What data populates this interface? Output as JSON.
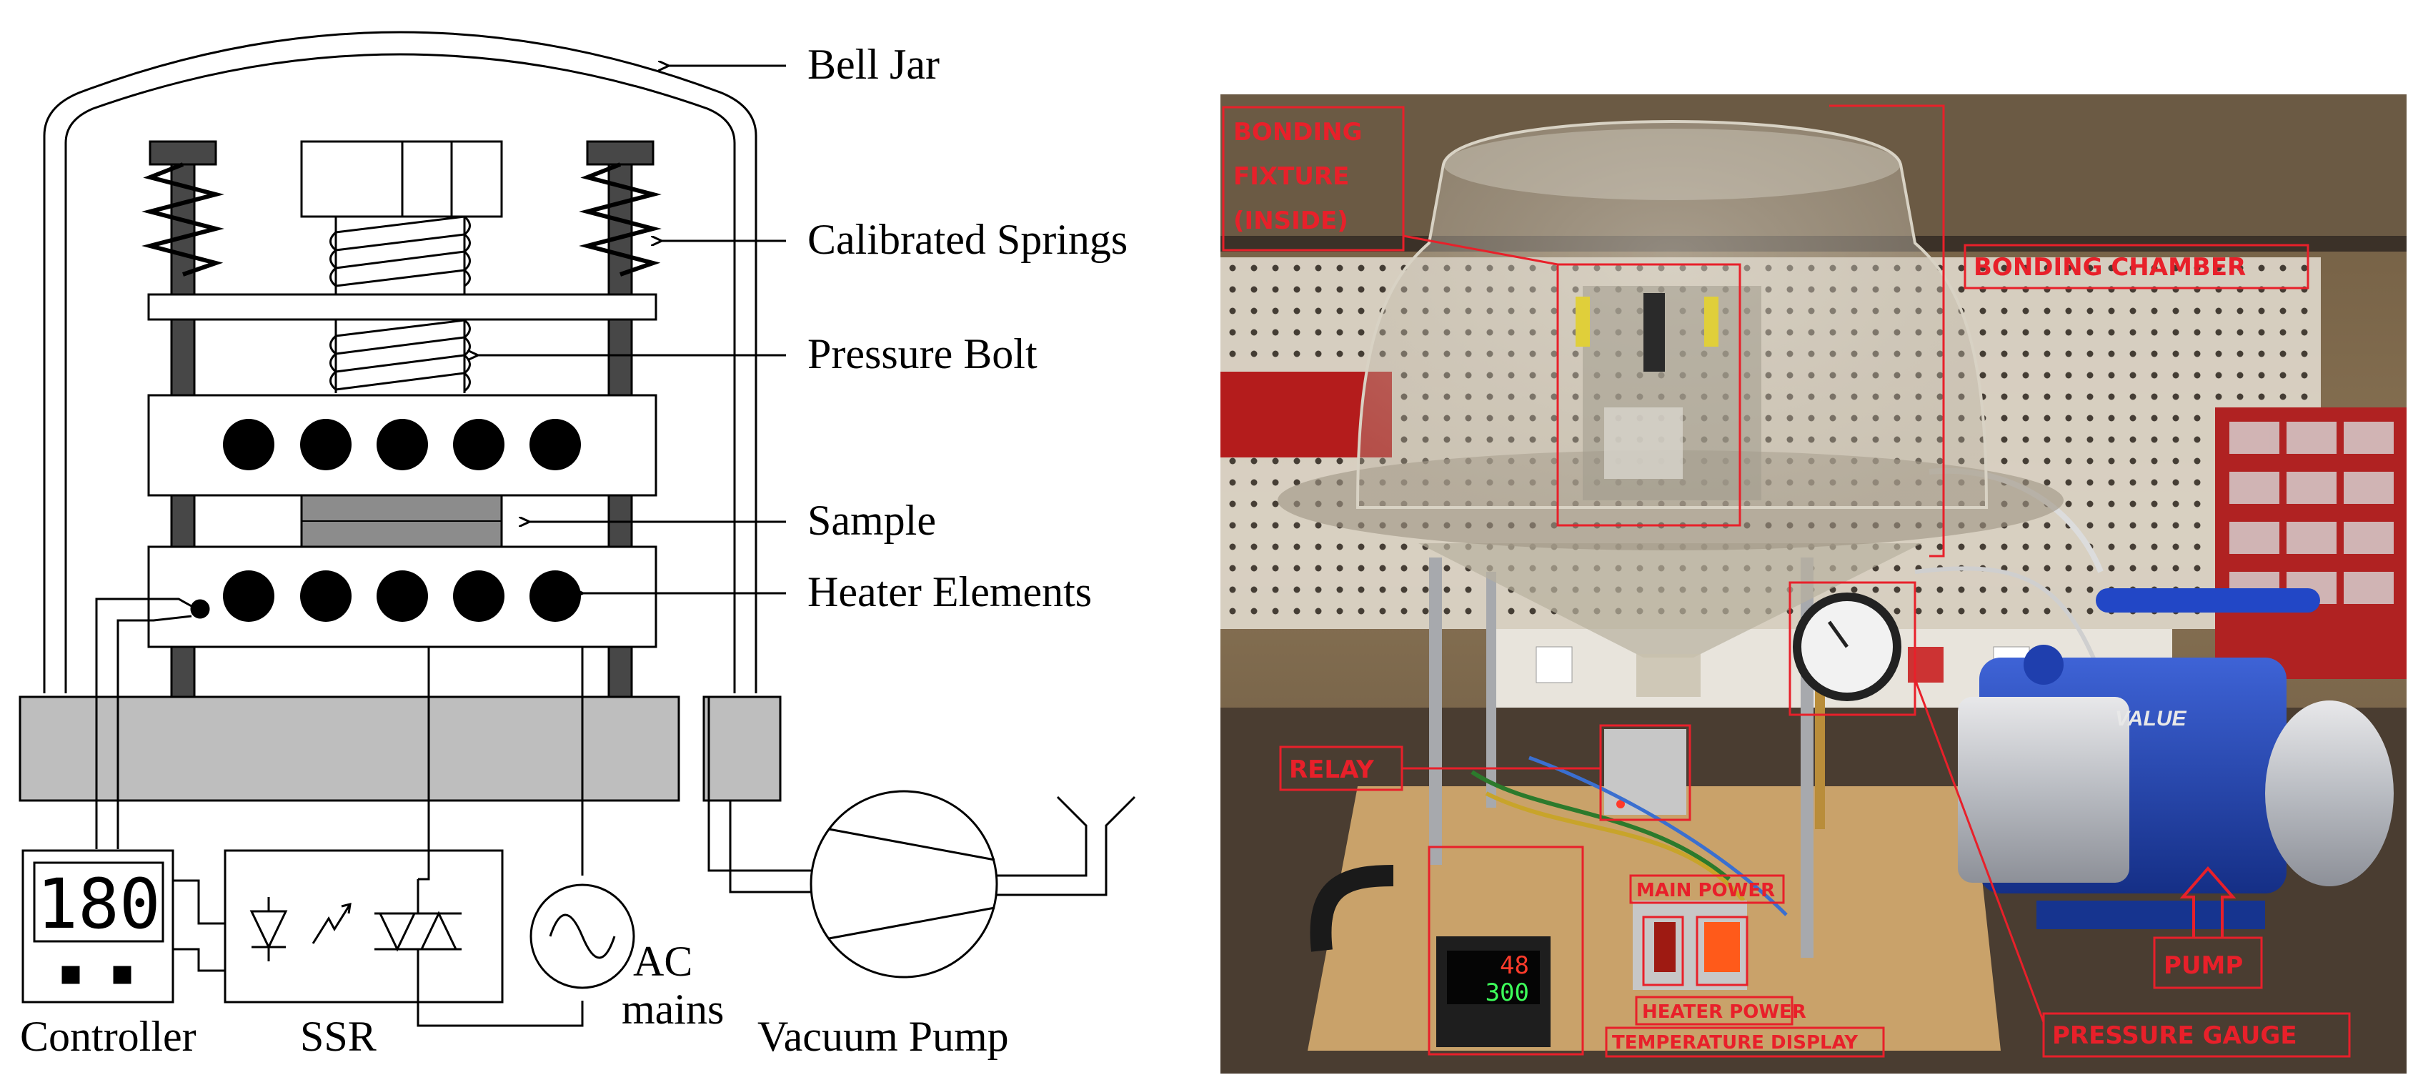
{
  "schematic": {
    "labels": {
      "bell_jar": "Bell Jar",
      "calibrated_springs": "Calibrated Springs",
      "pressure_bolt": "Pressure Bolt",
      "sample": "Sample",
      "heater_elements": "Heater Elements",
      "controller": "Controller",
      "ssr": "SSR",
      "ac": "AC",
      "mains": "mains",
      "vacuum_pump": "Vacuum Pump"
    },
    "controller_display": "180"
  },
  "photo": {
    "callouts": {
      "bonding_fixture_1": "BONDING",
      "bonding_fixture_2": "FIXTURE",
      "bonding_fixture_3": "(INSIDE)",
      "bonding_chamber": "BONDING CHAMBER",
      "relay": "RELAY",
      "main_power": "MAIN POWER",
      "heater_power": "HEATER POWER",
      "temperature_display": "TEMPERATURE DISPLAY",
      "pump": "PUMP",
      "pressure_gauge": "PRESSURE GAUGE"
    },
    "pump_brand": "VALUE",
    "temp_pv": "48",
    "temp_sv": "300",
    "colors": {
      "callout_red": "#e8202a",
      "bench_wood": "#c9a26a",
      "pump_blue": "#1e3fa8"
    }
  }
}
